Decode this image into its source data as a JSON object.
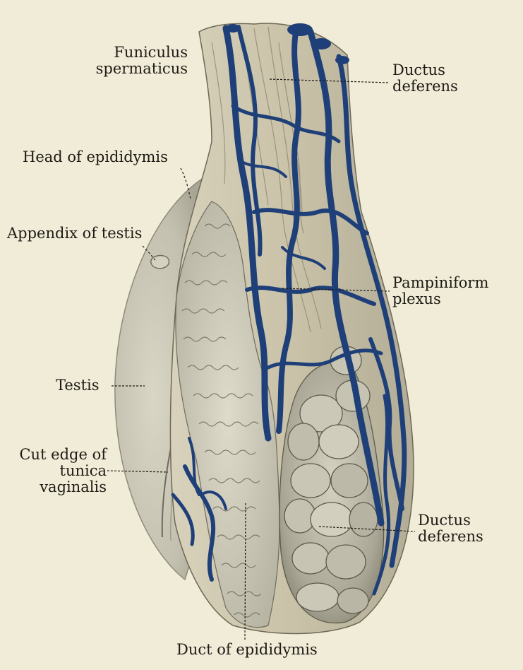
{
  "labels": {
    "funiculus": "Funiculus\nspermaticus",
    "ductus_top": "Ductus\ndeferens",
    "head_epididymis": "Head of epididymis",
    "appendix_testis": "Appendix of testis",
    "pampiniform": "Pampiniform\nplexus",
    "testis": "Testis",
    "cut_edge": "Cut edge of\ntunica\nvaginalis",
    "ductus_bottom": "Ductus\ndeferens",
    "duct_epididymis": "Duct of epididymis"
  },
  "colors": {
    "paper": "#f1ecd7",
    "vein_blue": "#1f3f78",
    "tissue_grey": "#b9b6a4",
    "ink": "#1e1b16"
  }
}
